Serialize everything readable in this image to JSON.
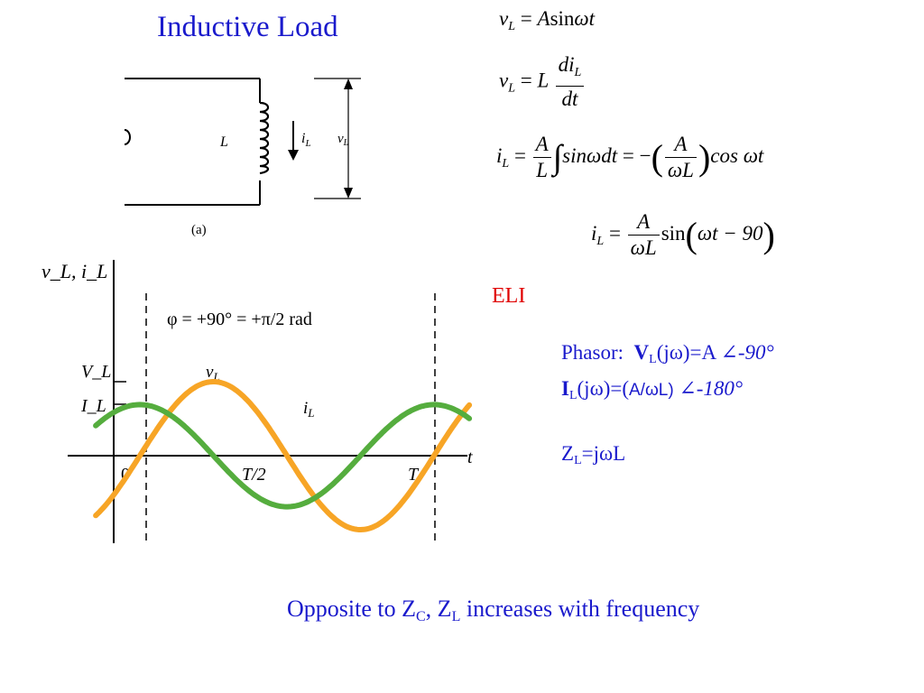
{
  "slide": {
    "title": "Inductive Load",
    "equations": {
      "eq1": {
        "lhs": "v",
        "lhs_sub": "L",
        "rhs_a": "A",
        "rhs_fn": "sin",
        "rhs_arg": "ωt"
      },
      "eq2": {
        "lhs": "v",
        "lhs_sub": "L",
        "coef": "L",
        "num": "di",
        "num_sub": "L",
        "den": "dt"
      },
      "eq3": {
        "lhs": "i",
        "lhs_sub": "L",
        "f1_num": "A",
        "f1_den": "L",
        "integrand": "sinωdt",
        "minus": "= −",
        "f2_num": "A",
        "f2_den": "ωL",
        "tail": "cos ωt"
      },
      "eq4": {
        "lhs": "i",
        "lhs_sub": "L",
        "num": "A",
        "den": "ωL",
        "fn": "sin",
        "arg": "ωt − 90"
      }
    },
    "eli": "ELI",
    "phasor": {
      "label": "Phasor:",
      "v_sym": "V",
      "v_sub": "L",
      "v_expr": "(jω)=A",
      "v_angle": "∠-90°",
      "i_sym": "I",
      "i_sub": "L",
      "i_expr_a": "(jω)=(",
      "i_expr_b": "A/ωL)",
      "i_angle": "∠-180°",
      "z_sym": "Z",
      "z_sub": "L",
      "z_expr": "=jωL"
    },
    "footer": {
      "text_a": "Opposite to Z",
      "sub_c": "C",
      "text_b": ", Z",
      "sub_l": "L",
      "text_c": " increases with frequency"
    }
  },
  "circuit": {
    "inductor_label": "L",
    "current_label": "i",
    "current_sub": "L",
    "voltage_label": "v",
    "voltage_sub": "L",
    "caption": "(a)"
  },
  "chart_data": {
    "type": "line",
    "title": "",
    "ylabel": "v_L, i_L",
    "xlabel": "t",
    "annotation": "φ = +90° = +π/2 rad",
    "x_ticks": [
      "0",
      "T/2",
      "T"
    ],
    "y_ticks": [
      "V_L",
      "I_L"
    ],
    "series": [
      {
        "name": "v_L",
        "color": "#f7a526",
        "amplitude": 1.0,
        "phase_deg": 90
      },
      {
        "name": "i_L",
        "color": "#55ad3e",
        "amplitude": 0.69,
        "phase_deg": 0
      }
    ],
    "x_period_range": [
      -0.15,
      1.12
    ]
  }
}
